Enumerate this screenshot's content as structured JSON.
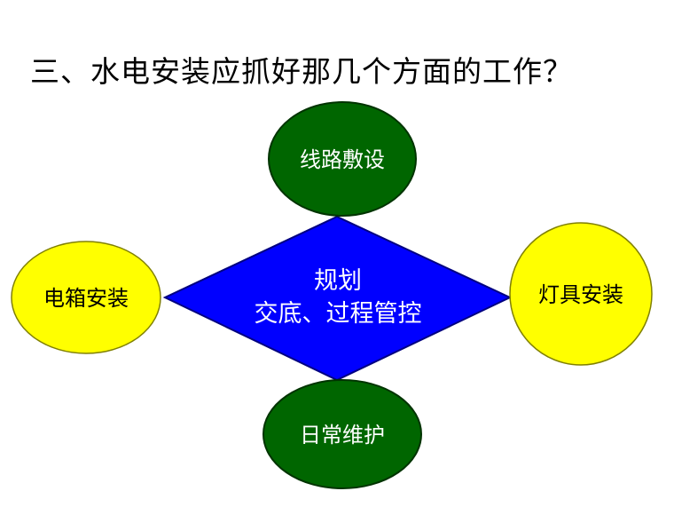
{
  "title": "三、水电安装应抓好那几个方面的工作？",
  "center": {
    "line1": "规划",
    "line2": "交底、过程管控"
  },
  "nodes": {
    "top": "线路敷设",
    "bottom": "日常维护",
    "left": "电箱安装",
    "right": "灯具安装"
  },
  "colors": {
    "center_fill": "#0000FF",
    "center_stroke": "#000080",
    "green_fill": "#006600",
    "green_stroke": "#003300",
    "yellow_fill": "#FFFF00",
    "yellow_stroke": "#808000",
    "center_text": "#FFFFFF",
    "green_text": "#FFFFFF",
    "yellow_text": "#000000"
  }
}
